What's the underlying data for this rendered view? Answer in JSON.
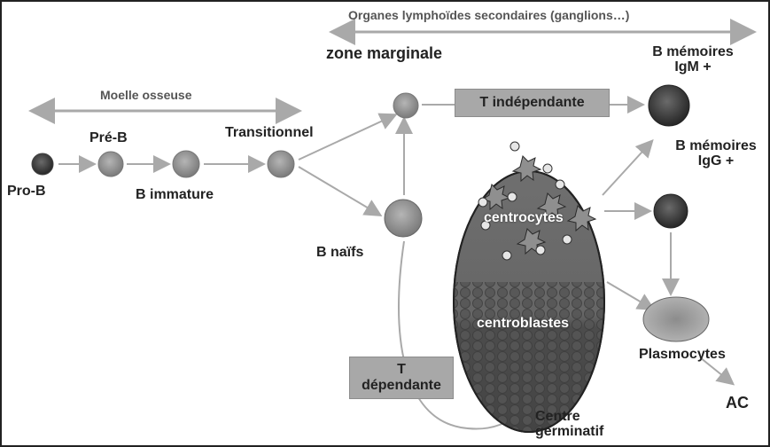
{
  "regions": {
    "secondary_organs": "Organes lymphoïdes secondaires (ganglions…)",
    "bone_marrow": "Moelle osseuse",
    "marginal_zone": "zone marginale"
  },
  "cells": {
    "pro_b": "Pro-B",
    "pre_b": "Pré-B",
    "immature_b": "B immature",
    "transitional": "Transitionnel",
    "naive_b": "B naïfs",
    "memory_igm": [
      "B mémoires",
      "IgM +"
    ],
    "memory_igg": [
      "B mémoires",
      "IgG +"
    ],
    "plasmocytes": "Plasmocytes",
    "antibodies": "AC"
  },
  "pathways": {
    "t_independent": "T indépendante",
    "t_dependent": [
      "T",
      "dépendante"
    ]
  },
  "germinal_center": {
    "centrocytes": "centrocytes",
    "centroblasts": "centroblastes",
    "label": [
      "Centre",
      "germinatif"
    ]
  },
  "colors": {
    "arrow": "#a9a9a9",
    "cell_fill": "#8a8a8a",
    "memory_cell": "#3a3a3a",
    "gc_top": "#6e6e6e",
    "gc_bottom": "#4a4a4a",
    "box_fill": "#a8a8a8"
  }
}
